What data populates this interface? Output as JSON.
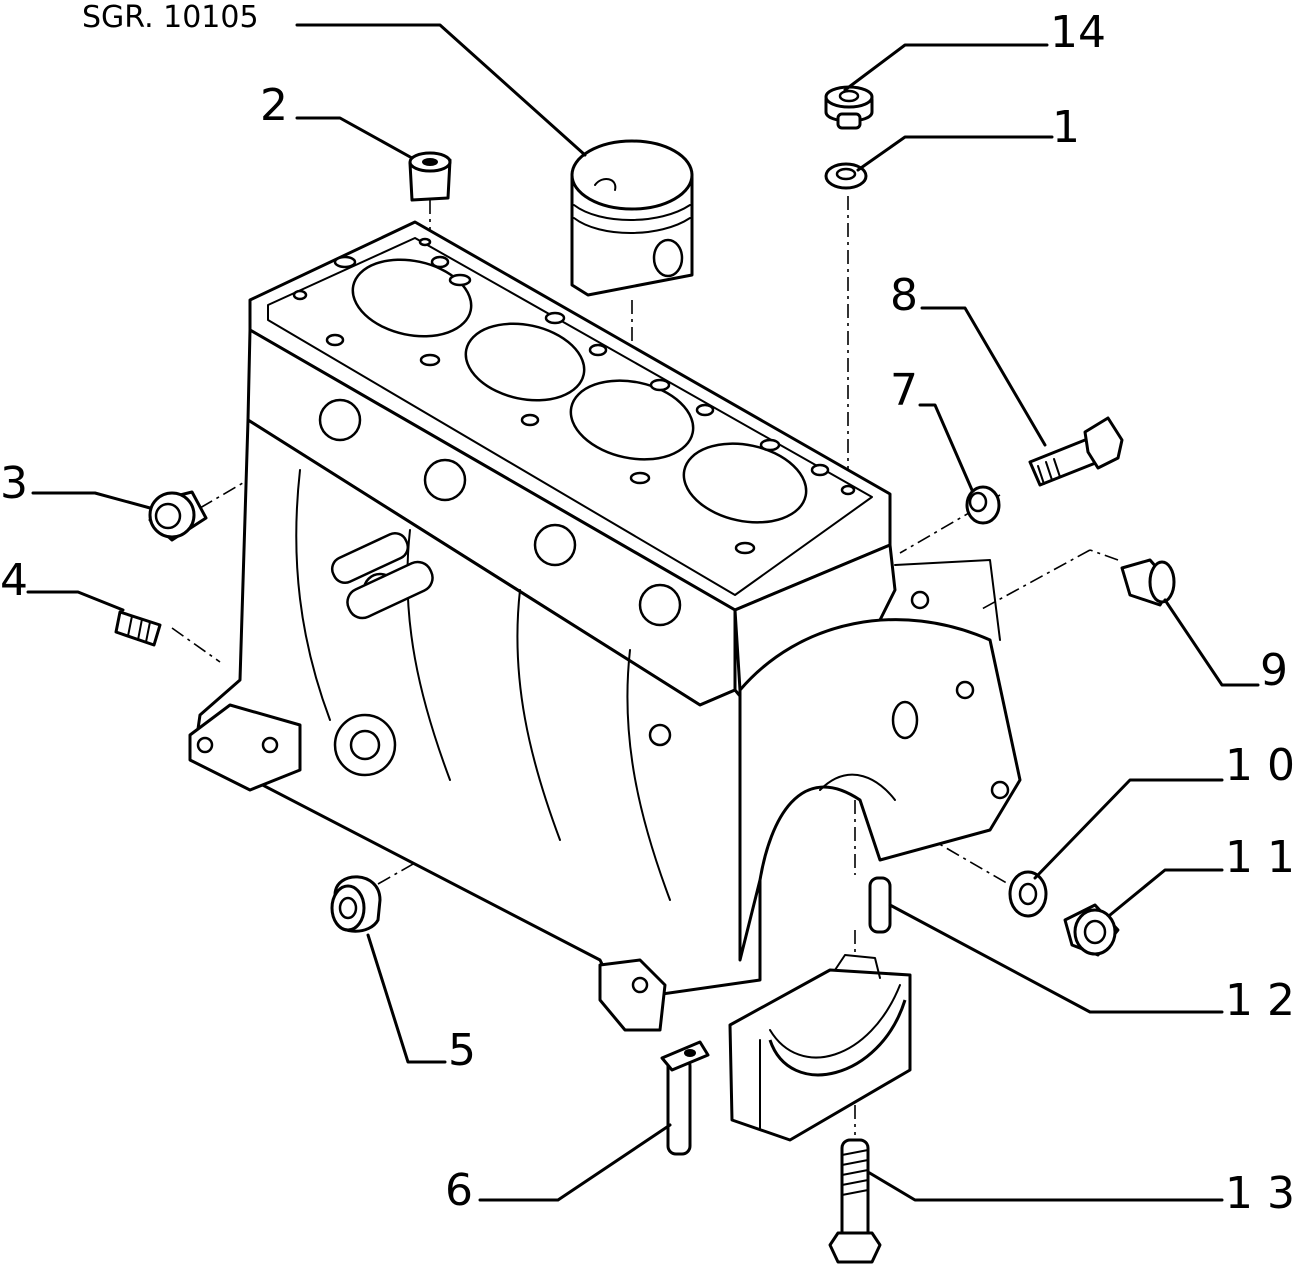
{
  "reference": "SGR. 10105",
  "callouts": {
    "c1": "1",
    "c2": "2",
    "c3": "3",
    "c4": "4",
    "c5": "5",
    "c6": "6",
    "c7": "7",
    "c8": "8",
    "c9": "9",
    "c10": "1 0",
    "c11": "1 1",
    "c12": "1 2",
    "c13": "1 3",
    "c14": "14"
  }
}
